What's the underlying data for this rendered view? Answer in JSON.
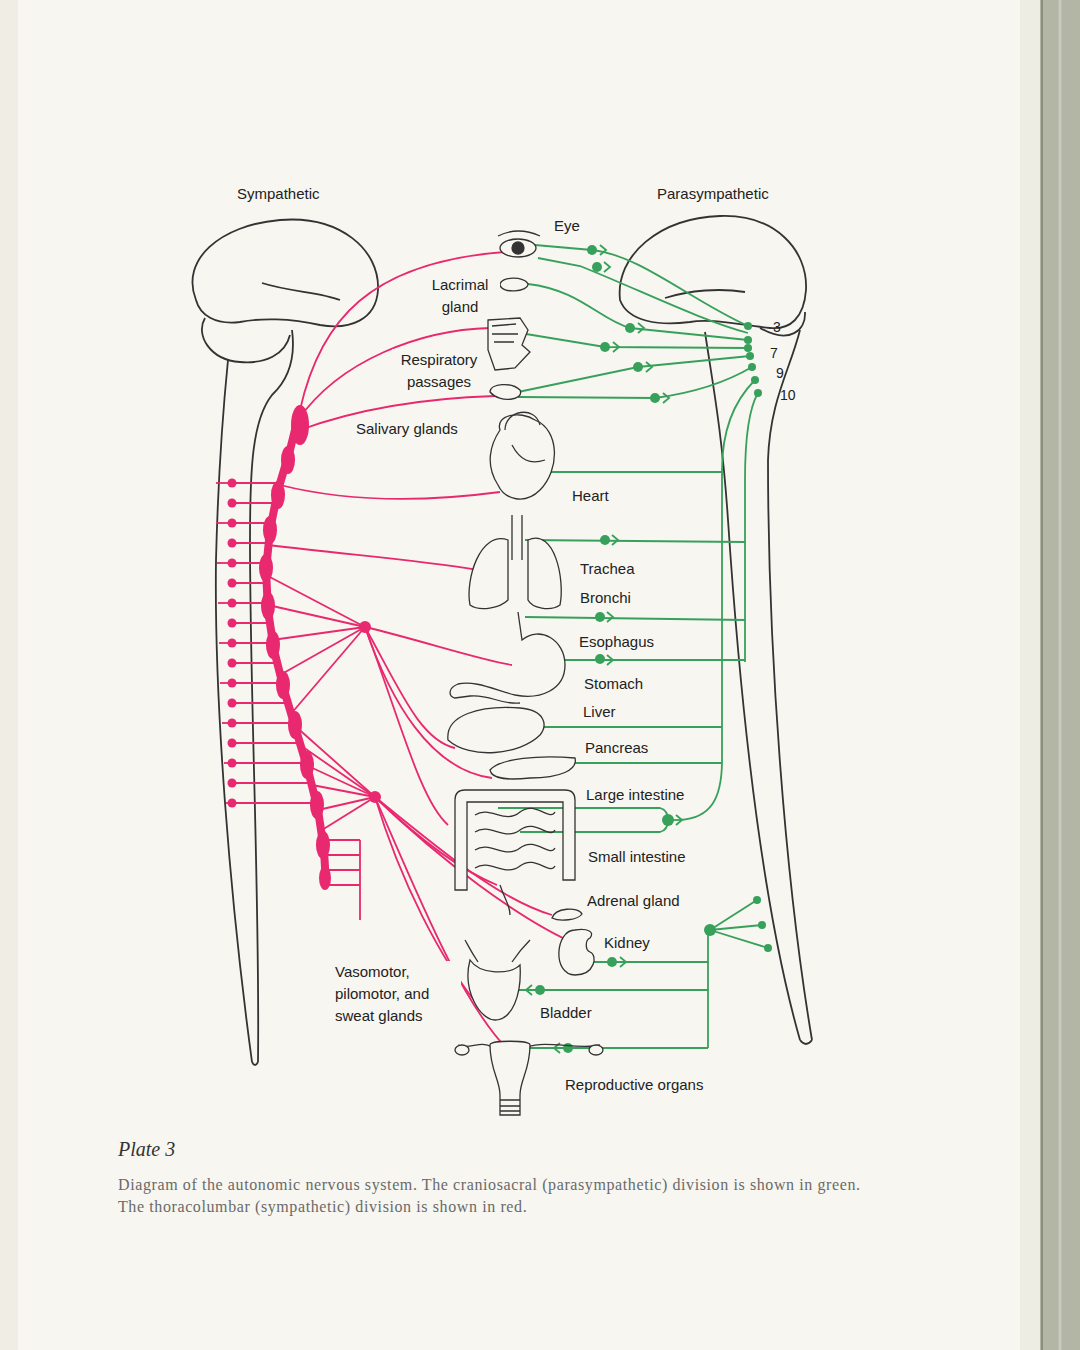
{
  "diagram": {
    "title": "Plate 3",
    "caption": "Diagram of the autonomic nervous system. The craniosacral (parasympathetic) division is shown in green. The thoracolumbar (sympathetic) division is shown in red.",
    "labels": [
      "Sympathetic",
      "Parasympathetic",
      "Eye",
      "Lacrimal gland",
      "3",
      "Respiratory passages",
      "7",
      "9",
      "10",
      "Salivary glands",
      "Heart",
      "Trachea",
      "Bronchi",
      "Esophagus",
      "Stomach",
      "Liver",
      "Pancreas",
      "Large intestine",
      "Small intestine",
      "Adrenal gland",
      "Kidney",
      "Vasomotor, pilomotor, and sweat glands",
      "Bladder",
      "Reproductive organs"
    ]
  }
}
